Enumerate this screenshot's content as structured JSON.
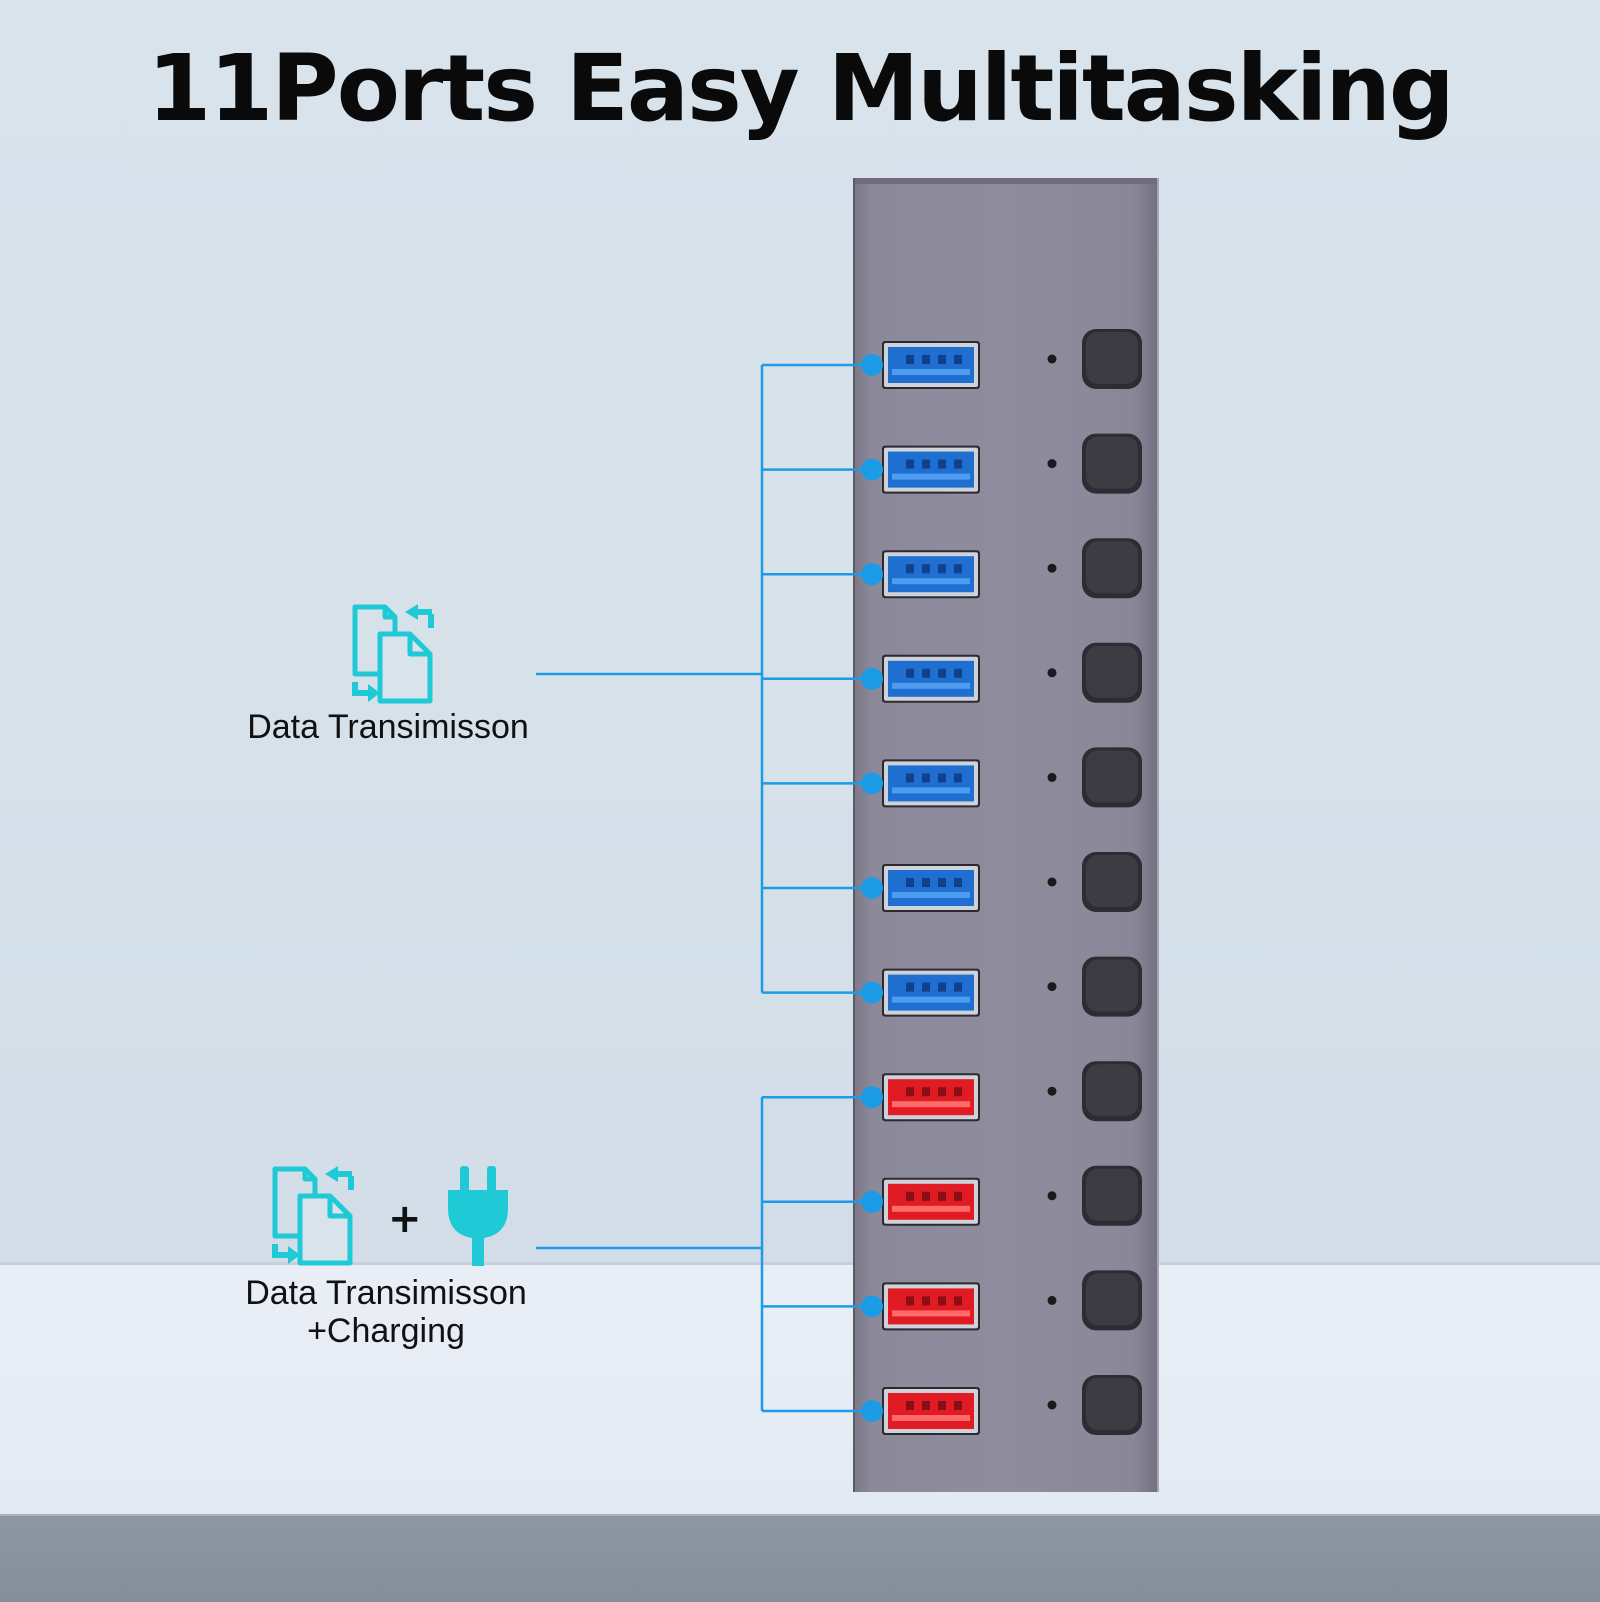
{
  "title": "11Ports Easy Multitasking",
  "groups": {
    "data_only": {
      "label": "Data Transimisson",
      "icon": "file-transfer-icon",
      "port_color": "blue",
      "port_count": 7
    },
    "data_charging": {
      "label_line1": "Data Transimisson",
      "label_line2": "+Charging",
      "plus": "+",
      "icons": [
        "file-transfer-icon",
        "power-plug-icon"
      ],
      "port_color": "red",
      "port_count": 4
    }
  },
  "colors": {
    "connector": "#1c9be6",
    "icon_teal": "#1fcad6",
    "port_blue": "#1f6fd1",
    "port_red": "#e01b24",
    "switch": "#3c3c42"
  }
}
